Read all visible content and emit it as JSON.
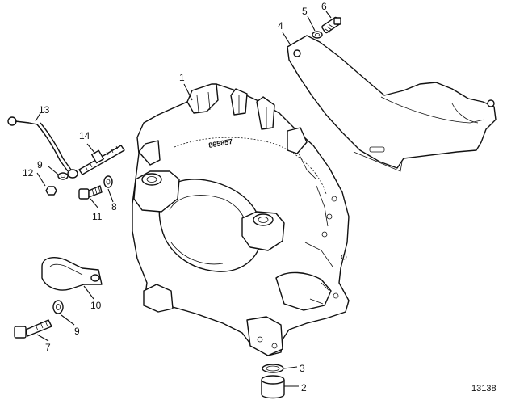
{
  "diagram": {
    "part_number": "13138",
    "casting_mark": "865857",
    "callouts": [
      {
        "id": "c1",
        "label": "1"
      },
      {
        "id": "c2",
        "label": "2"
      },
      {
        "id": "c3",
        "label": "3"
      },
      {
        "id": "c4",
        "label": "4"
      },
      {
        "id": "c5",
        "label": "5"
      },
      {
        "id": "c6",
        "label": "6"
      },
      {
        "id": "c7",
        "label": "7"
      },
      {
        "id": "c8",
        "label": "8"
      },
      {
        "id": "c9a",
        "label": "9"
      },
      {
        "id": "c9b",
        "label": "9"
      },
      {
        "id": "c10",
        "label": "10"
      },
      {
        "id": "c11",
        "label": "11"
      },
      {
        "id": "c12",
        "label": "12"
      },
      {
        "id": "c13",
        "label": "13"
      },
      {
        "id": "c14",
        "label": "14"
      }
    ]
  }
}
